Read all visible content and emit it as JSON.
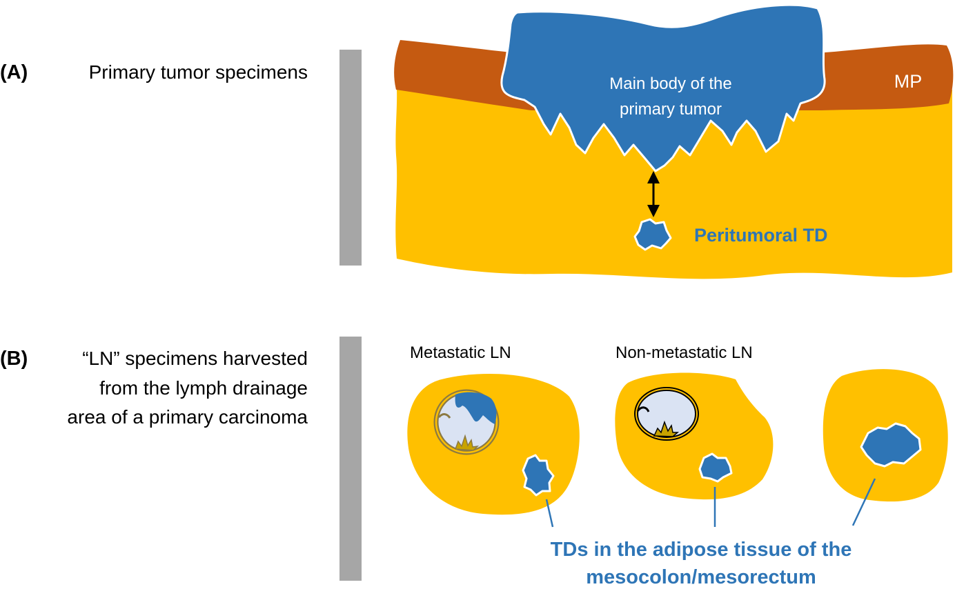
{
  "panel_a": {
    "label": "(A)",
    "title": "Primary tumor specimens",
    "layer_label": "MP",
    "tumor_label_line1": "Main body of the",
    "tumor_label_line2": "primary tumor",
    "td_label": "Peritumoral TD"
  },
  "panel_b": {
    "label": "(B)",
    "title_line1": "“LN” specimens harvested",
    "title_line2": "from the lymph drainage",
    "title_line3": "area of a primary carcinoma",
    "metastatic_label": "Metastatic LN",
    "non_metastatic_label": "Non-metastatic LN",
    "caption_line1": "TDs in the adipose tissue of the",
    "caption_line2": "mesocolon/mesorectum"
  },
  "colors": {
    "adipose": "#FFC000",
    "muscularis": "#C55A11",
    "tumor": "#2E75B6",
    "lymph_node": "#DAE3F3",
    "bar": "#A6A6A6",
    "node_capsule_metastatic": "#8C7A42",
    "node_capsule_non_metastatic": "#000000"
  }
}
